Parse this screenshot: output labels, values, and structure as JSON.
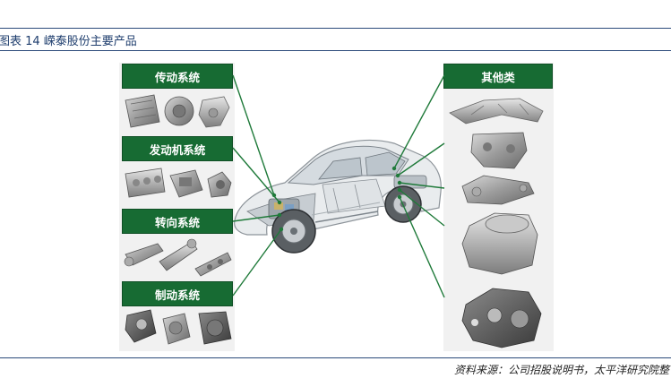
{
  "figure": {
    "title": "图表 14 嵘泰股份主要产品",
    "source": "资料来源：公司招股说明书，太平洋研究院整"
  },
  "left_categories": [
    {
      "label": "传动系统"
    },
    {
      "label": "发动机系统"
    },
    {
      "label": "转向系统"
    },
    {
      "label": "制动系统"
    }
  ],
  "right_categories": [
    {
      "label": "其他类"
    }
  ],
  "colors": {
    "accent_green": "#176b33",
    "rule_blue": "#2b4a7a",
    "panel_gray": "#f1f1f1"
  }
}
